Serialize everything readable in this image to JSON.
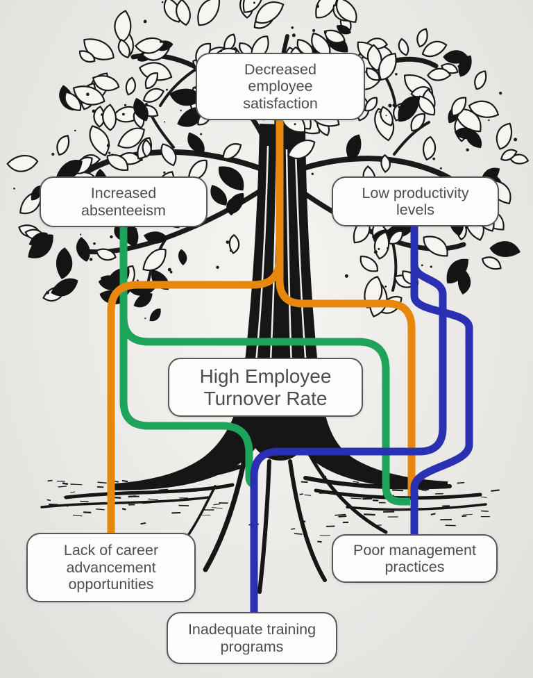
{
  "colors": {
    "orange": "#E8870D",
    "green": "#1EA35A",
    "blue": "#2A30B2",
    "ink": "#161616",
    "box_border": "#56575b",
    "box_text": "#4c4d51",
    "background": "#ebe9e6"
  },
  "center": {
    "label": "High Employee Turnover Rate"
  },
  "effects": [
    {
      "id": "decreased-employee-satisfaction",
      "label": "Decreased employee satisfaction",
      "connector_color": "orange"
    },
    {
      "id": "increased-absenteeism",
      "label": "Increased absenteeism",
      "connector_color": "green"
    },
    {
      "id": "low-productivity-levels",
      "label": "Low productivity levels",
      "connector_color": "blue"
    }
  ],
  "causes": [
    {
      "id": "lack-of-career-advancement-opportunities",
      "label": "Lack of career advancement opportunities",
      "connector_color": "orange"
    },
    {
      "id": "poor-management-practices",
      "label": "Poor management practices",
      "connector_color": "blue"
    },
    {
      "id": "inadequate-training-programs",
      "label": "Inadequate training programs",
      "connector_color": "blue"
    }
  ],
  "connections": [
    {
      "from": "Decreased employee satisfaction",
      "to": "Lack of career advancement opportunities",
      "color": "orange"
    },
    {
      "from": "Decreased employee satisfaction",
      "to": "Poor management practices",
      "color": "orange"
    },
    {
      "from": "Increased absenteeism",
      "to": "Poor management practices",
      "color": "green"
    },
    {
      "from": "Increased absenteeism",
      "to": "Inadequate training programs",
      "color": "green"
    },
    {
      "from": "Low productivity levels",
      "to": "Inadequate training programs",
      "color": "blue"
    },
    {
      "from": "Low productivity levels",
      "to": "Poor management practices",
      "color": "blue"
    }
  ]
}
